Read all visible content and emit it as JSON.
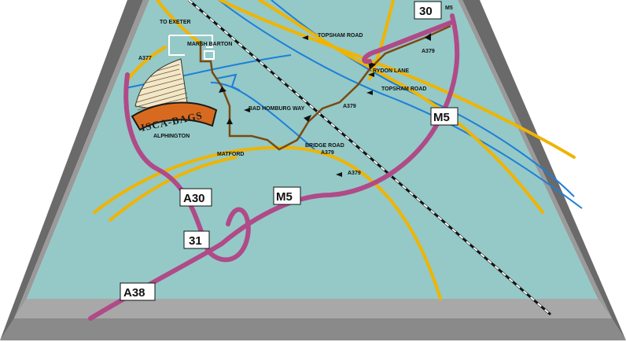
{
  "map": {
    "places": {
      "to_exeter": "TO EXETER",
      "marsh_barton": "MARSH BARTON",
      "alphington": "ALPHINGTON",
      "matford": "MATFORD"
    },
    "roads": {
      "topsham_road_upper": "TOPSHAM ROAD",
      "topsham_road_lower": "TOPSHAM ROAD",
      "rydon_lane": "RYDON LANE",
      "bad_homburg_way": "BAD HOMBURG WAY",
      "bridge_road": "BRIDGE ROAD",
      "a379_bridge": "A379",
      "a379_top": "A379",
      "a379_mid": "A379",
      "a379_bottom": "A379",
      "a377": "A377"
    },
    "shields": {
      "j30": "30",
      "m5_small": "M5",
      "m5_right": "M5",
      "m5_center": "M5",
      "a30": "A30",
      "j31": "31",
      "a38": "A38"
    },
    "logo": {
      "text": "ISCA-BAGS"
    },
    "colors": {
      "land": "#94c9c7",
      "frame_outer": "#5b5b5b",
      "frame_inner": "#a2a2a2",
      "motorway": "#b04a88",
      "a_road": "#f0b400",
      "river": "#1e7fd8",
      "route": "#7a4a10",
      "logo_band": "#d86a1f"
    }
  }
}
